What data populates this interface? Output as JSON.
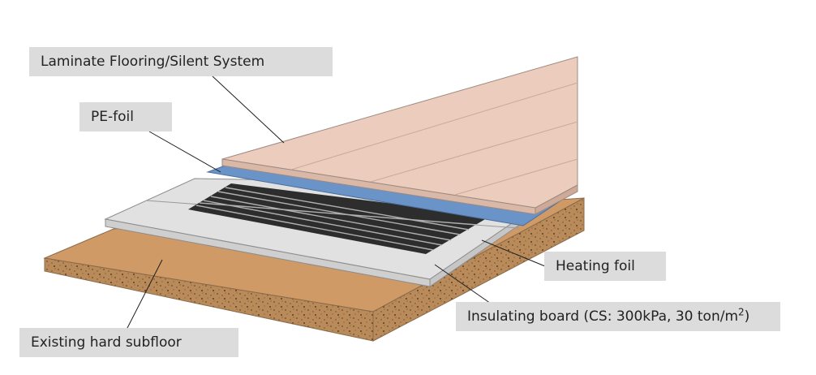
{
  "labels": {
    "laminate": "Laminate Flooring/Silent System",
    "pe_foil": "PE-foil",
    "heating_foil": "Heating foil",
    "insulating_board": "Insulating board (CS: 300kPa, 30 ton/m",
    "insulating_board_exponent": "2",
    "insulating_board_suffix": ")",
    "subfloor": "Existing hard subfloor"
  },
  "colors": {
    "label_bg": "#dcdcdc",
    "laminate": "#ecccbd",
    "pe_foil": "#6a93c8",
    "insulating_board": "#e1e1e1",
    "heating_element": "#2d2d2d",
    "subfloor_top": "#cf9a66",
    "subfloor_edge": "#b98a5a"
  }
}
